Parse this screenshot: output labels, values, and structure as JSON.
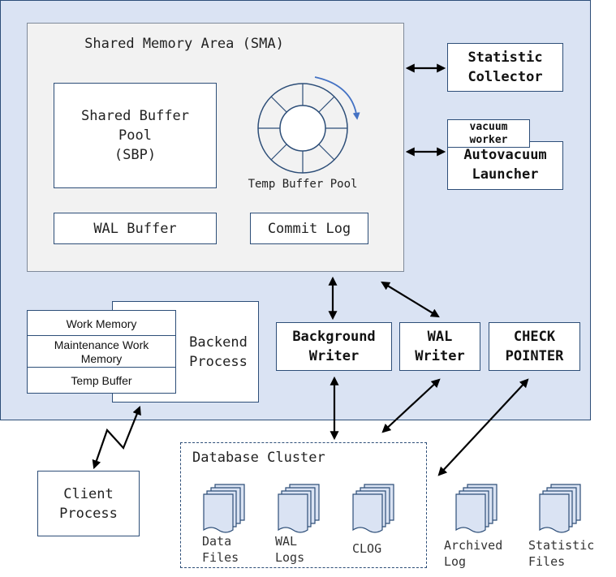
{
  "shared_memory": {
    "title": "Shared Memory Area (SMA)",
    "shared_buffer_pool": [
      "Shared Buffer",
      "Pool",
      "(SBP)"
    ],
    "temp_buffer_pool": "Temp Buffer Pool",
    "wal_buffer": "WAL Buffer",
    "commit_log": "Commit Log"
  },
  "processes": {
    "statistic_collector": [
      "Statistic",
      "Collector"
    ],
    "vacuum_worker": [
      "vacuum",
      "worker"
    ],
    "autovacuum_launcher": [
      "Autovacuum",
      "Launcher"
    ],
    "background_writer": [
      "Background",
      "Writer"
    ],
    "wal_writer": [
      "WAL",
      "Writer"
    ],
    "checkpointer": [
      "CHECK",
      "POINTER"
    ],
    "backend_process": [
      "Backend",
      "Process"
    ],
    "client_process": [
      "Client",
      "Process"
    ]
  },
  "backend_memory": {
    "work_memory": "Work Memory",
    "maintenance_work_memory": [
      "Maintenance Work",
      "Memory"
    ],
    "temp_buffer": "Temp Buffer"
  },
  "database_cluster": {
    "title": "Database Cluster",
    "files": [
      {
        "label": [
          "Data",
          "Files"
        ]
      },
      {
        "label": [
          "WAL",
          "Logs"
        ]
      },
      {
        "label": [
          "CLOG"
        ]
      }
    ]
  },
  "external_files": [
    {
      "label": [
        "Archived",
        "Log"
      ]
    },
    {
      "label": [
        "Statistic",
        "Files"
      ]
    }
  ],
  "colors": {
    "server_bg": "#dae3f3",
    "border": "#2d4e78",
    "sma_bg": "#f2f2f2",
    "rotation_arrow": "#4472c4"
  }
}
